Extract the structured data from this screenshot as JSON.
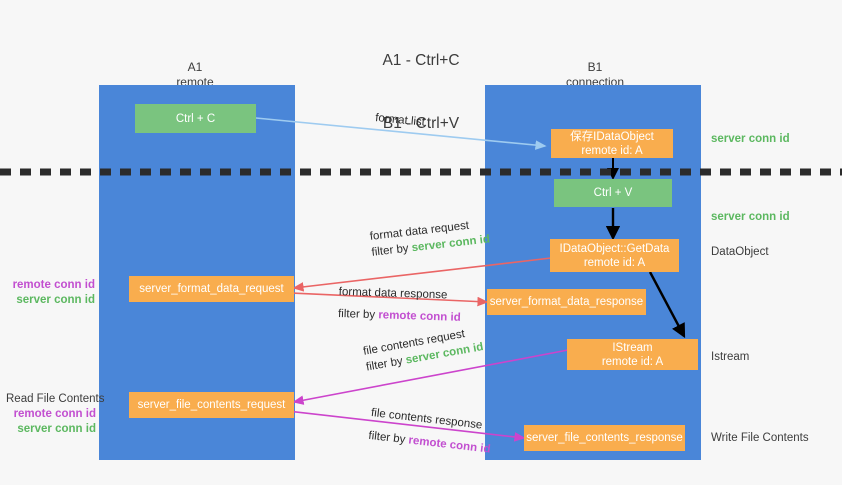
{
  "title": {
    "line1": "A1 - Ctrl+C",
    "line2": "B1 - Ctrl+V"
  },
  "columns": [
    {
      "name": "A1",
      "sub": "remote"
    },
    {
      "name": "B1",
      "sub": "connection"
    }
  ],
  "nodes": {
    "ctrl_c": {
      "label": "Ctrl + C"
    },
    "ctrl_v": {
      "label": "Ctrl + V"
    },
    "save_idataobject": {
      "line1": "保存IDataObject",
      "line2": "remote id: A"
    },
    "getdata": {
      "line1": "IDataObject::GetData",
      "line2": "remote id: A"
    },
    "istream": {
      "line1": "IStream",
      "line2": "remote id: A"
    },
    "server_format_data_request": {
      "label": "server_format_data_request"
    },
    "server_format_data_response": {
      "label": "server_format_data_response"
    },
    "server_file_contents_request": {
      "label": "server_file_contents_request"
    },
    "server_file_contents_response": {
      "label": "server_file_contents_response"
    }
  },
  "edges": {
    "format_list": "format list",
    "format_data_request": "format data request",
    "format_data_request_filter_prefix": "filter by ",
    "format_data_request_filter_key": "server conn id",
    "format_data_response": "format data response",
    "format_data_response_filter_prefix": "filter by ",
    "format_data_response_filter_key": "remote conn id",
    "file_contents_request": "file contents request",
    "file_contents_request_filter_prefix": "filter by ",
    "file_contents_request_filter_key": "server conn id",
    "file_contents_response": "file contents response",
    "file_contents_response_filter_prefix": "filter by ",
    "file_contents_response_filter_key": "remote conn id"
  },
  "right_labels": {
    "server_conn_id_top": "server conn id",
    "server_conn_id_second": "server conn id",
    "dataobject": "DataObject",
    "istream": "Istream",
    "write_file_contents": "Write File Contents"
  },
  "left_labels": {
    "remote_conn_id_upper": "remote conn id",
    "server_conn_id_upper": "server conn id",
    "read_file_contents": "Read File Contents",
    "remote_conn_id_lower": "remote conn id",
    "server_conn_id_lower": "server conn id"
  },
  "colors": {
    "lane": "#4a86d8",
    "green_node": "#7ac47f",
    "orange_node": "#f9ad4e",
    "green_text": "#5cb860",
    "purple_text": "#c24fd0",
    "red_arrow": "#ea6565",
    "magenta_arrow": "#cc44cc",
    "lightblue_arrow": "#9ecbf0",
    "black_arrow": "#000000",
    "background": "#f7f7f7"
  }
}
